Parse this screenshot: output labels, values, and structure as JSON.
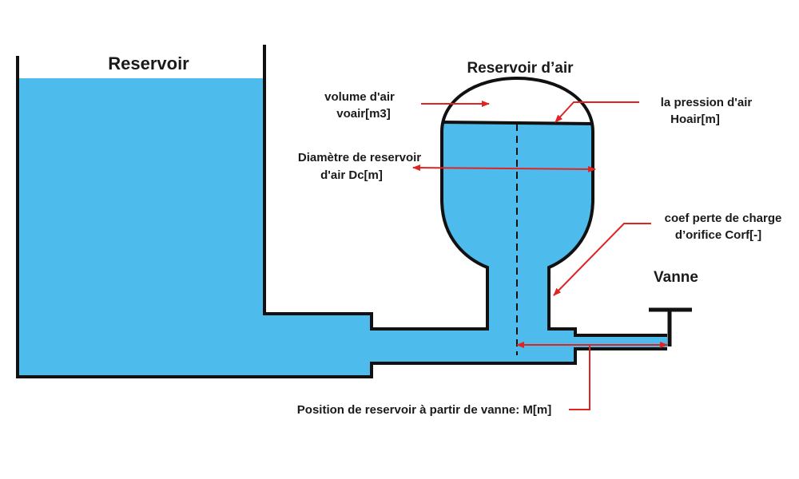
{
  "labels": {
    "reservoir": "Reservoir",
    "air_reservoir": "Reservoir d’air",
    "air_volume_line1": "volume d'air",
    "air_volume_line2": "voair[m3]",
    "air_pressure_line1": "la pression d'air",
    "air_pressure_line2": "Hoair[m]",
    "diameter_line1": "Diamètre de reservoir",
    "diameter_line2": "d'air Dc[m]",
    "orifice_line1": "coef perte de charge",
    "orifice_line2": "d’orifice Corf[-]",
    "valve": "Vanne",
    "position": "Position de reservoir à partir de vanne: M[m]"
  },
  "colors": {
    "water": "#4dbbeb",
    "outline": "#111111",
    "annotation": "#e02424"
  }
}
